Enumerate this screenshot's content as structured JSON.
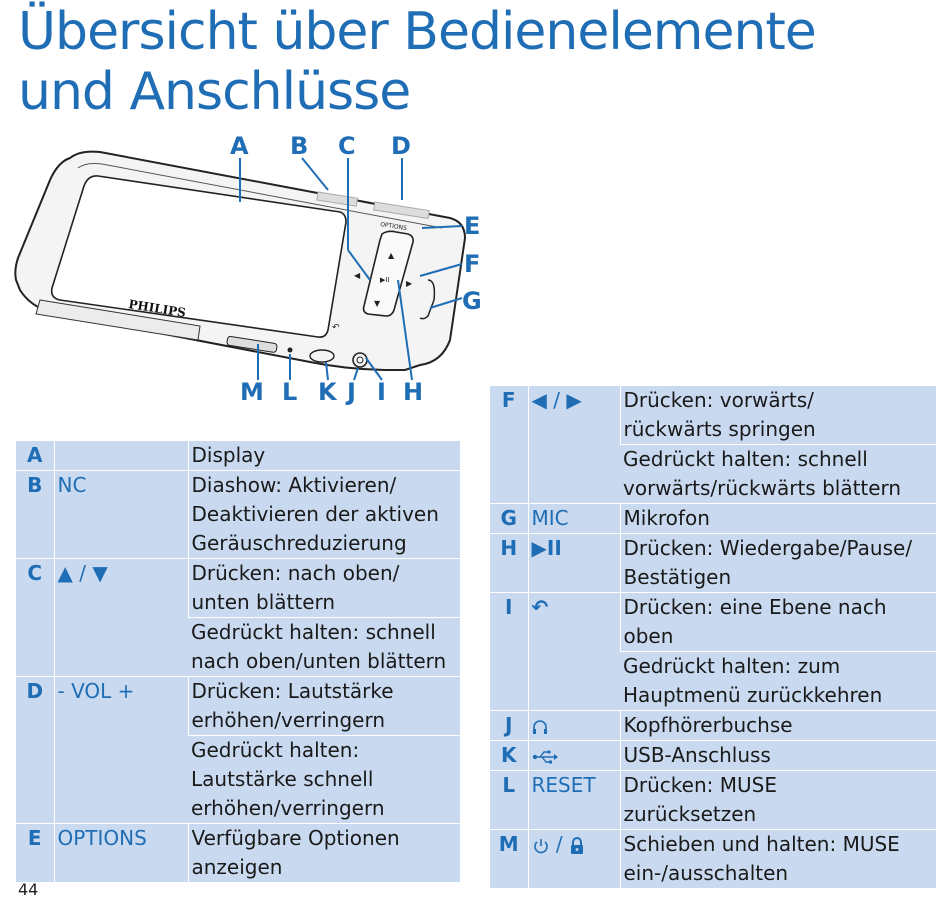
{
  "title_line1": "Übersicht über Bedienelemente",
  "title_line2": "und Anschlüsse",
  "device": {
    "brand": "PHILIPS",
    "options_label": "OPTIONS",
    "callouts_top": [
      "A",
      "B",
      "C",
      "D"
    ],
    "callouts_right": [
      "E",
      "F",
      "G"
    ],
    "callouts_bottom": [
      "M",
      "L",
      "K",
      "J",
      "I",
      "H"
    ]
  },
  "left_table": [
    {
      "letter": "A",
      "sym": "",
      "desc": [
        "Display"
      ]
    },
    {
      "letter": "B",
      "sym": "NC",
      "desc": [
        "Diashow: Aktivieren/",
        "Deaktivieren der aktiven",
        "Geräuschreduzierung"
      ]
    },
    {
      "letter": "C",
      "sym": "▲ / ▼",
      "desc": [
        "Drücken: nach oben/",
        "unten blättern"
      ],
      "desc2": [
        "Gedrückt halten: schnell",
        "nach oben/unten blättern"
      ]
    },
    {
      "letter": "D",
      "sym": "- VOL +",
      "desc": [
        "Drücken: Lautstärke",
        "erhöhen/verringern"
      ],
      "desc2": [
        "Gedrückt halten:",
        "Lautstärke schnell",
        "erhöhen/verringern"
      ]
    },
    {
      "letter": "E",
      "sym": "OPTIONS",
      "desc": [
        "Verfügbare Optionen",
        "anzeigen"
      ]
    }
  ],
  "right_table": [
    {
      "letter": "F",
      "sym": "◀ / ▶",
      "desc": [
        "Drücken: vorwärts/",
        "rückwärts springen"
      ],
      "desc2": [
        "Gedrückt halten: schnell",
        "vorwärts/rückwärts blättern"
      ]
    },
    {
      "letter": "G",
      "sym": "MIC",
      "desc": [
        "Mikrofon"
      ]
    },
    {
      "letter": "H",
      "sym": "▶II",
      "desc": [
        "Drücken: Wiedergabe/Pause/",
        "Bestätigen"
      ]
    },
    {
      "letter": "I",
      "sym": "↶",
      "desc": [
        "Drücken: eine Ebene nach",
        "oben"
      ],
      "desc2": [
        "Gedrückt halten: zum",
        "Hauptmenü zurückkehren"
      ]
    },
    {
      "letter": "J",
      "sym": "headphone-icon",
      "desc": [
        "Kopfhörerbuchse"
      ]
    },
    {
      "letter": "K",
      "sym": "usb-icon",
      "desc": [
        "USB-Anschluss"
      ]
    },
    {
      "letter": "L",
      "sym": "RESET",
      "desc": [
        "Drücken: MUSE",
        "zurücksetzen"
      ]
    },
    {
      "letter": "M",
      "sym": "power-lock-icon",
      "desc": [
        "Schieben und halten: MUSE",
        "ein-/ausschalten"
      ]
    }
  ],
  "page_number": "44",
  "colors": {
    "accent": "#1f6db5",
    "table_bg": "#c9daf0"
  }
}
